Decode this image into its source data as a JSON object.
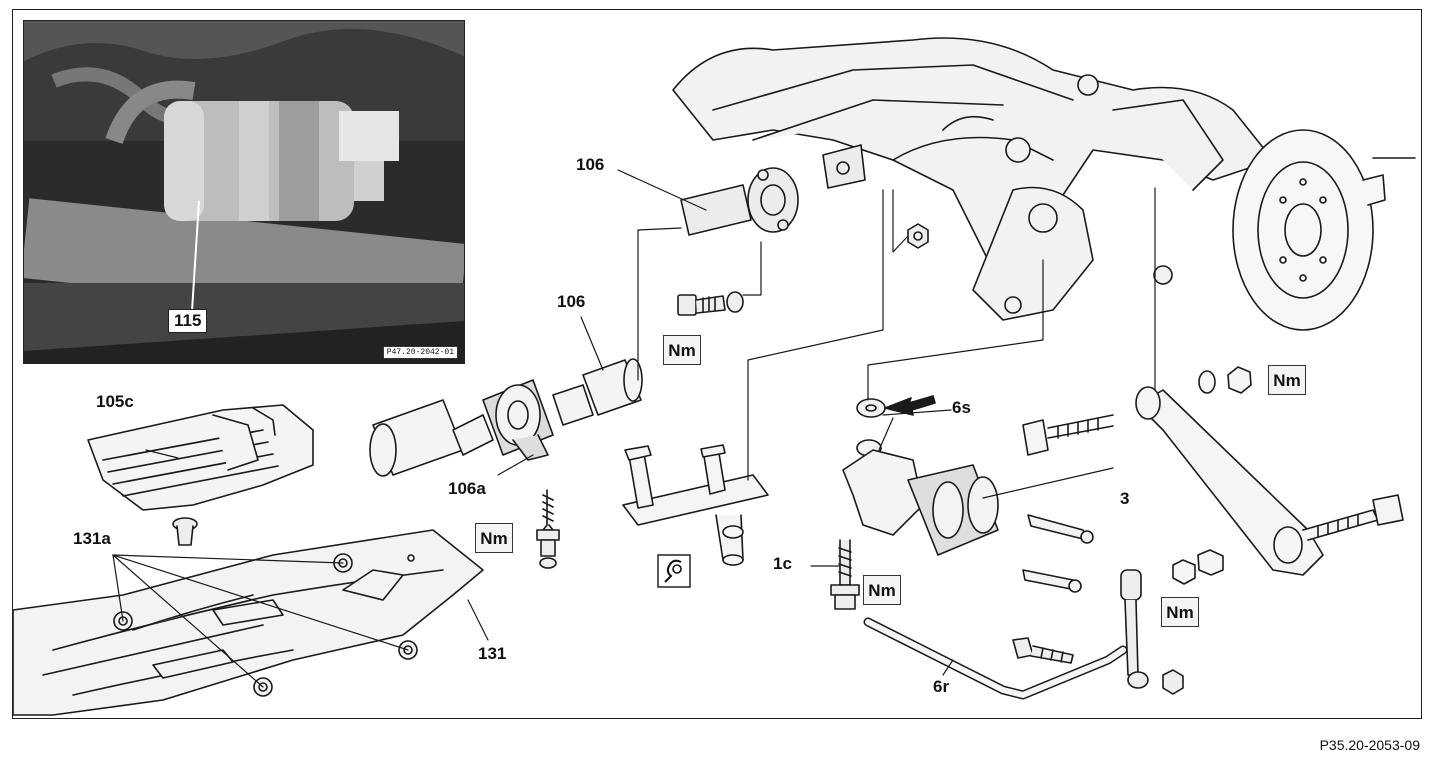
{
  "labels": {
    "photo_part": "115",
    "photo_id": "P47.20-2042-01",
    "driveshaft_upper": "106",
    "driveshaft_lower": "106",
    "center_bearing": "106a",
    "heat_shield": "105c",
    "underbody_panel": "131",
    "panel_bolts": "131a",
    "bolt_1c": "1c",
    "part_6s": "6s",
    "stabilizer_bar": "6r",
    "control_arm": "3"
  },
  "torque_label": "Nm",
  "special_tool_icon": "wrench-icon",
  "figure_ref": "P35.20-2053-09"
}
